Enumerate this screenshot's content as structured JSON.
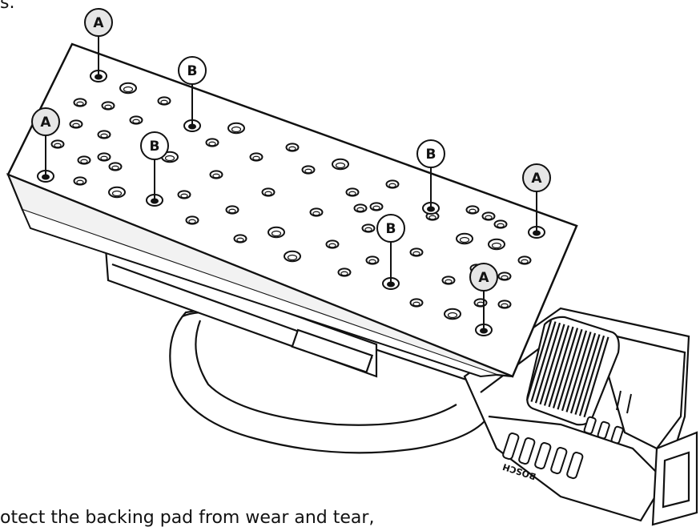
{
  "text": {
    "top_fragment": "s.",
    "bottom_fragment": "otect the backing pad from wear and tear,"
  },
  "device_marking": "BOSCH",
  "callouts": [
    {
      "id": "a1",
      "label": "A",
      "style": "grey"
    },
    {
      "id": "b1",
      "label": "B",
      "style": "white"
    },
    {
      "id": "a2",
      "label": "A",
      "style": "grey"
    },
    {
      "id": "b2",
      "label": "B",
      "style": "white"
    },
    {
      "id": "b3",
      "label": "B",
      "style": "white"
    },
    {
      "id": "a3",
      "label": "A",
      "style": "grey"
    },
    {
      "id": "b4",
      "label": "B",
      "style": "white"
    },
    {
      "id": "a4",
      "label": "A",
      "style": "grey"
    }
  ],
  "colors": {
    "line": "#111111",
    "grey_bubble": "#e6e6e6",
    "background": "#ffffff"
  }
}
